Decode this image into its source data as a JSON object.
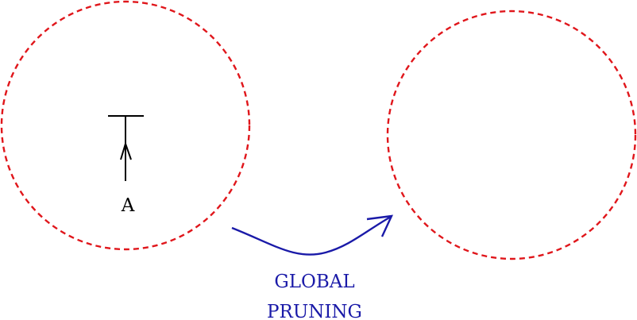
{
  "node_label": "A",
  "transition_label": {
    "line1": "GLOBAL",
    "line2": "PRUNING"
  },
  "colors": {
    "region_stroke": "#e0161b",
    "arrow_stroke": "#1a1aa8",
    "label_text": "#1a1aa8",
    "node_stroke": "#000000"
  }
}
